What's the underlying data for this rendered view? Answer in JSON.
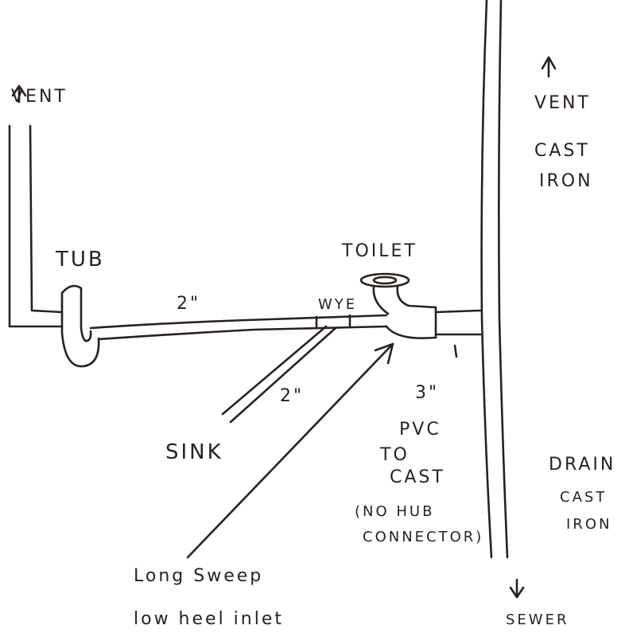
{
  "labels": {
    "vent_left": "VENT",
    "vent_right": "VENT",
    "cast_iron_top": "CAST",
    "cast_iron_top2": "IRON",
    "tub": "TUB",
    "toilet": "TOILET",
    "two_inch_main": "2\"",
    "wye": "WYE",
    "two_inch_sink": "2\"",
    "three_inch": "3\"",
    "sink": "SINK",
    "pvc_line1": "PVC",
    "pvc_line2": "TO",
    "pvc_line3": "CAST",
    "no_hub_line1": "(NO HUB",
    "no_hub_line2": "CONNECTOR)",
    "drain_line1": "DRAIN",
    "drain_line2": "CAST",
    "drain_line3": "IRON",
    "long_sweep": "Long Sweep",
    "low_heel": "low heel inlet",
    "sewer": "SEWER"
  },
  "colors": {
    "ink": "#2a211d",
    "paper": "#ffffff"
  }
}
